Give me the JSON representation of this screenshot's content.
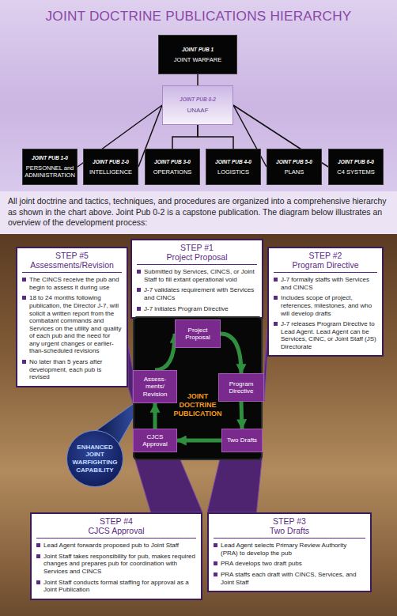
{
  "diagram": {
    "title": "JOINT DOCTRINE PUBLICATIONS HIERARCHY",
    "nodes": [
      {
        "text": [
          "JOINT PUB 1",
          "JOINT WARFARE"
        ]
      },
      {
        "text": [
          "JOINT PUB 0-2",
          "UNAAF"
        ]
      },
      {
        "text": [
          "JOINT PUB 1-0",
          "PERSONNEL and ADMINISTRATION"
        ]
      },
      {
        "text": [
          "JOINT PUB 2-0",
          "INTELLIGENCE"
        ]
      },
      {
        "text": [
          "JOINT PUB 3-0",
          "OPERATIONS"
        ]
      },
      {
        "text": [
          "JOINT PUB 4-0",
          "LOGISTICS"
        ]
      },
      {
        "text": [
          "JOINT PUB 5-0",
          "PLANS"
        ]
      },
      {
        "text": [
          "JOINT PUB 6-0",
          "C4 SYSTEMS"
        ]
      },
      {
        "text": [
          "STEP #5",
          "Assessments/Revision",
          "The CINCS receive the pub and begin to assess it during use",
          "18 to 24 months following publication, the Director J-7, will solicit a written report from the combatant commands and Services on the utility and quality of each pub and the need for any urgent changes or earlier-than-scheduled revisions",
          "No later than 5 years after development, each pub is revised"
        ]
      },
      {
        "text": [
          "STEP #1",
          "Project Proposal",
          "Submitted by Services, CINCS, or Joint Staff to fill extant operational void",
          "J-7 validates requirement with Services and CINCs",
          "J-7 initiates Program Directive"
        ]
      },
      {
        "text": [
          "STEP #2",
          "Program Directive",
          "J-7 formally staffs with Services and CINCS",
          "Includes scope of project, references, milestones, and who will develop drafts",
          "J-7 releases Program Directive to Lead Agent. Lead Agent can be Services, CINC, or Joint Staff (JS) Directorate"
        ]
      },
      {
        "text": [
          "JOINT DOCTRINE PUBLICATION"
        ]
      },
      {
        "text": [
          "Project Proposal"
        ],
        "in": 11
      },
      {
        "text": [
          "Program Directive"
        ],
        "in": 11
      },
      {
        "text": [
          "Two Drafts"
        ],
        "in": 11
      },
      {
        "text": [
          "CJCS Approval"
        ],
        "in": 11
      },
      {
        "text": [
          "Assess- ments/ Revision"
        ],
        "in": 11
      },
      {
        "text": [
          "ENHANCED JOINT WARFIGHTING CAPABILITY"
        ]
      },
      {
        "text": [
          "STEP #4",
          "CJCS Approval",
          "Lead Agent forwards proposed pub to Joint Staff",
          "Joint Staff takes responsibility for pub, makes required changes and prepares pub for coordination with Services and CINCS",
          "Joint Staff conducts formal staffing for approval as a Joint Publication"
        ]
      },
      {
        "text": [
          "STEP #3",
          "Two Drafts",
          "Lead Agent selects Primary Review Authority (PRA) to develop the pub",
          "PRA develops two draft pubs",
          "PRA staffs each draft with CINCS, Services, and Joint Staff"
        ]
      }
    ],
    "edges": [
      {
        "from": 0,
        "to": 1,
        "arrow": "none"
      },
      {
        "from": 1,
        "to": 2,
        "arrow": "none"
      },
      {
        "from": 1,
        "to": 3,
        "arrow": "none"
      },
      {
        "from": 1,
        "to": 4,
        "arrow": "none"
      },
      {
        "from": 1,
        "to": 5,
        "arrow": "none"
      },
      {
        "from": 1,
        "to": 6,
        "arrow": "none"
      },
      {
        "from": 1,
        "to": 7,
        "arrow": "none"
      },
      {
        "from": 12,
        "to": 13,
        "arrow": "to"
      },
      {
        "from": 13,
        "to": 14,
        "arrow": "to"
      },
      {
        "from": 14,
        "to": 15,
        "arrow": "to"
      },
      {
        "from": 15,
        "to": 16,
        "arrow": "to"
      },
      {
        "from": 16,
        "to": 12,
        "arrow": "to"
      }
    ],
    "labels": [
      "All joint doctrine and tactics, techniques, and procedures are organized into a comprehensive hierarchy as shown in the chart above. Joint Pub 0-2 is a capstone publication. The diagram below illustrates an overview of the development process:"
    ]
  }
}
